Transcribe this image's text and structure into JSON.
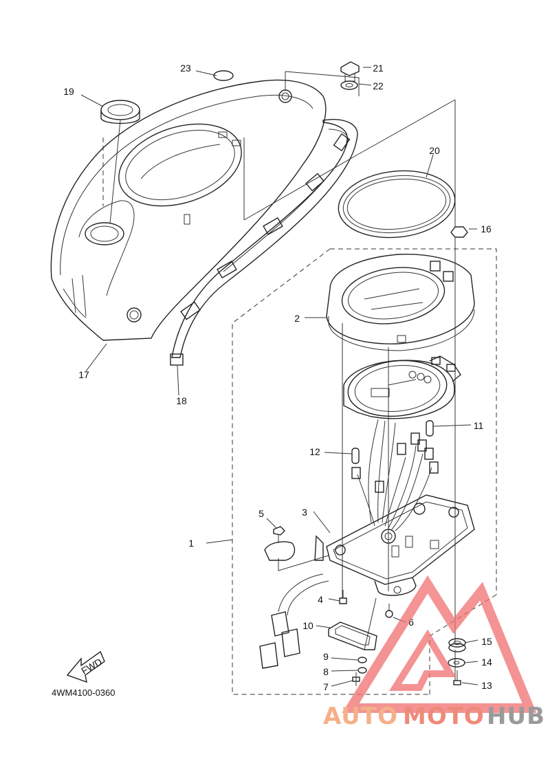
{
  "diagram_code": "4WM4100-0360",
  "fwd_label": "FWD",
  "callouts": [
    {
      "id": "c1",
      "text": "1"
    },
    {
      "id": "c2",
      "text": "2"
    },
    {
      "id": "c3",
      "text": "3"
    },
    {
      "id": "c4",
      "text": "4"
    },
    {
      "id": "c5",
      "text": "5"
    },
    {
      "id": "c6",
      "text": "6"
    },
    {
      "id": "c7",
      "text": "7"
    },
    {
      "id": "c8",
      "text": "8"
    },
    {
      "id": "c9",
      "text": "9"
    },
    {
      "id": "c10",
      "text": "10"
    },
    {
      "id": "c11",
      "text": "11"
    },
    {
      "id": "c12",
      "text": "12"
    },
    {
      "id": "c13",
      "text": "13"
    },
    {
      "id": "c14",
      "text": "14"
    },
    {
      "id": "c15",
      "text": "15"
    },
    {
      "id": "c16",
      "text": "16"
    },
    {
      "id": "c17",
      "text": "17"
    },
    {
      "id": "c18",
      "text": "18"
    },
    {
      "id": "c19",
      "text": "19"
    },
    {
      "id": "c20",
      "text": "20"
    },
    {
      "id": "c21",
      "text": "21"
    },
    {
      "id": "c22",
      "text": "22"
    },
    {
      "id": "c23",
      "text": "23"
    }
  ],
  "watermark": {
    "part1": "AUTO",
    "part2": "MOTO",
    "part3": "HUB",
    "color_light": "#f5b08a",
    "color_mid": "#ef8a7a",
    "color_dark": "#9a9a9a",
    "logo_color": "#f07070"
  }
}
